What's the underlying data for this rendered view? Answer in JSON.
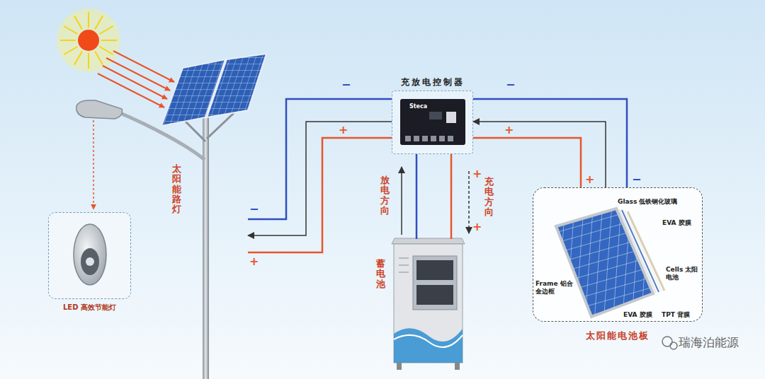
{
  "diagram": {
    "nodes": [
      {
        "text": [
          "充放电控制器"
        ]
      },
      {
        "text": [
          "太阳能路灯"
        ]
      },
      {
        "text": [
          "LED 高效节能灯"
        ]
      },
      {
        "text": [
          "蓄电池"
        ]
      },
      {
        "text": [
          "太阳能电池板"
        ]
      }
    ],
    "edges": [
      {
        "from": 0,
        "to": 1,
        "arrow": "to"
      },
      {
        "from": 4,
        "to": 0,
        "arrow": "to"
      },
      {
        "from": 0,
        "to": 3,
        "arrow": "none"
      },
      {
        "from": 3,
        "to": 0,
        "label": "放电方向",
        "arrow": "to"
      },
      {
        "from": 0,
        "to": 3,
        "label": "充电方向",
        "arrow": "to"
      }
    ],
    "labels": [
      "Steca",
      "−",
      "+",
      "−",
      "+",
      "−",
      "+",
      "+",
      "+",
      "+",
      "−",
      "Glass 低铁钢化玻璃",
      "EVA 胶膜",
      "Cells 太阳电池",
      "Frame 铝合金边框",
      "EVA 胶膜",
      "TPT 背膜",
      "瑞海泊能源"
    ]
  }
}
